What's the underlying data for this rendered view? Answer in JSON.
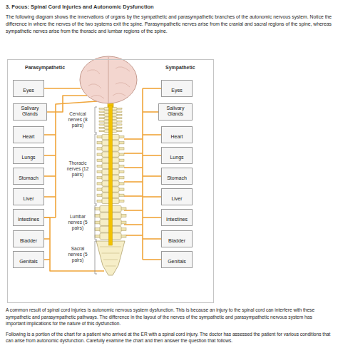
{
  "diagram": {
    "title": "3. Focus: Spinal Cord Injuries and Autonomic Dysfunction",
    "nodes": [
      {
        "text": [
          "Parasympathetic",
          "Sympathetic"
        ]
      },
      {
        "text": [
          "Eyes"
        ],
        "in": 0
      },
      {
        "text": [
          "Eyes"
        ],
        "in": 0
      },
      {
        "text": [
          "Salivary Glands"
        ],
        "in": 0
      },
      {
        "text": [
          "Salivary Glands"
        ],
        "in": 0
      },
      {
        "text": [
          "Heart"
        ],
        "in": 0
      },
      {
        "text": [
          "Heart"
        ],
        "in": 0
      },
      {
        "text": [
          "Lungs"
        ],
        "in": 0
      },
      {
        "text": [
          "Lungs"
        ],
        "in": 0
      },
      {
        "text": [
          "Stomach"
        ],
        "in": 0
      },
      {
        "text": [
          "Stomach"
        ],
        "in": 0
      },
      {
        "text": [
          "Liver"
        ],
        "in": 0
      },
      {
        "text": [
          "Liver"
        ],
        "in": 0
      },
      {
        "text": [
          "Intestines"
        ],
        "in": 0
      },
      {
        "text": [
          "Intestines"
        ],
        "in": 0
      },
      {
        "text": [
          "Bladder"
        ],
        "in": 0
      },
      {
        "text": [
          "Bladder"
        ],
        "in": 0
      },
      {
        "text": [
          "Genitals"
        ],
        "in": 0
      },
      {
        "text": [
          "Genitals"
        ],
        "in": 0
      }
    ],
    "labels": [
      "The following diagram shows the innervations of organs by the sympathetic and parasympathetic branches of the autonomic nervous system. Notice the difference in where the nerves of the two systems exit the spine. Parasympathetic nerves arise from the cranial and sacral regions of the spine, whereas sympathetic nerves arise from the thoracic and lumbar regions of the spine.",
      "Cervical nerves (8 pairs)",
      "Thoracic nerves (12 pairs)",
      "Lumbar nerves (5 pairs)",
      "Sacral nerves (5 pairs)",
      "A common result of spinal cord injuries is autonomic nervous system dysfunction. This is because an injury to the spinal cord can interfere with these sympathetic and parasympathetic pathways. The difference in the layout of the nerves of the sympathetic and parasympathetic nervous system has important implications for the nature of this dysfunction.",
      "Following is a portion of the chart for a patient who arrived at the ER with a spinal cord injury. The doctor has assessed the patient for various conditions that can arise from autonomic dysfunction. Carefully examine the chart and then answer the question that follows."
    ]
  }
}
